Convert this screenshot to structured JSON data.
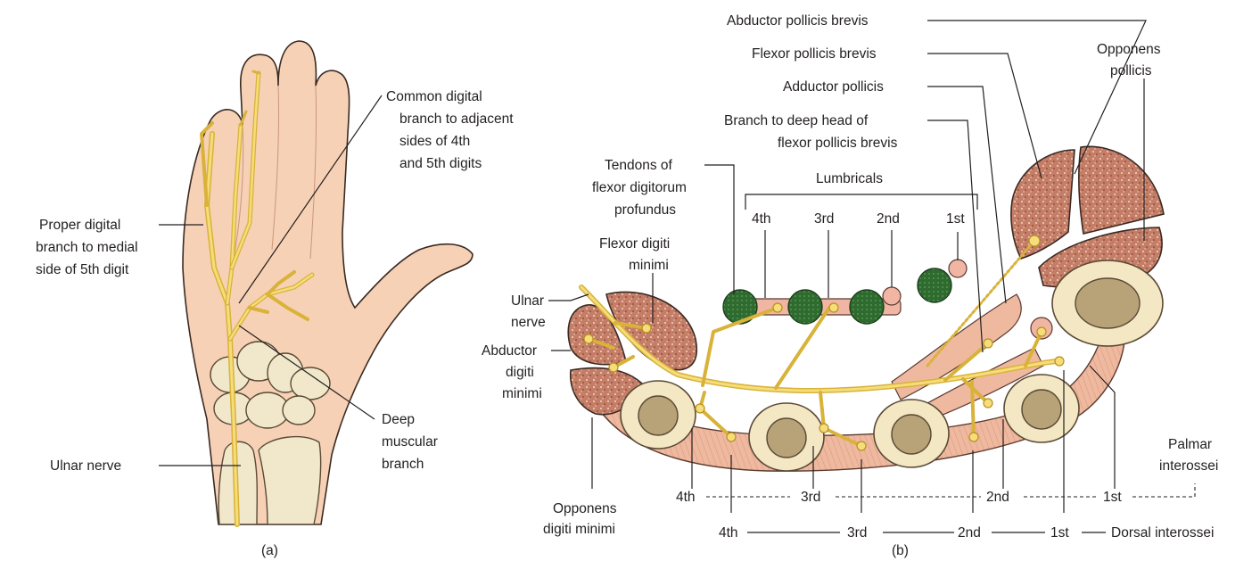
{
  "panel_a": {
    "caption": "(a)",
    "labels": {
      "common_digital_1": "Common digital",
      "common_digital_2": "branch to adjacent",
      "common_digital_3": "sides of 4th",
      "common_digital_4": "and 5th digits",
      "proper_digital_1": "Proper digital",
      "proper_digital_2": "branch to medial",
      "proper_digital_3": "side of 5th digit",
      "deep_muscular_1": "Deep",
      "deep_muscular_2": "muscular",
      "deep_muscular_3": "branch",
      "ulnar_nerve": "Ulnar nerve"
    }
  },
  "panel_b": {
    "caption": "(b)",
    "labels": {
      "abductor_pollicis_brevis": "Abductor pollicis brevis",
      "flexor_pollicis_brevis": "Flexor pollicis brevis",
      "adductor_pollicis": "Adductor pollicis",
      "branch_deep_head_1": "Branch to deep head of",
      "branch_deep_head_2": "flexor pollicis brevis",
      "opponens_pollicis_1": "Opponens",
      "opponens_pollicis_2": "pollicis",
      "tendons_fdp_1": "Tendons of",
      "tendons_fdp_2": "flexor digitorum",
      "tendons_fdp_3": "profundus",
      "lumbricals": "Lumbricals",
      "lumb_4th": "4th",
      "lumb_3rd": "3rd",
      "lumb_2nd": "2nd",
      "lumb_1st": "1st",
      "flexor_digiti_minimi_1": "Flexor digiti",
      "flexor_digiti_minimi_2": "minimi",
      "ulnar_nerve_1": "Ulnar",
      "ulnar_nerve_2": "nerve",
      "abductor_digiti_1": "Abductor",
      "abductor_digiti_2": "digiti",
      "abductor_digiti_3": "minimi",
      "opponens_digiti_1": "Opponens",
      "opponens_digiti_2": "digiti minimi",
      "palmar_4th": "4th",
      "palmar_3rd": "3rd",
      "palmar_2nd": "2nd",
      "palmar_1st": "1st",
      "palmar_interossei_1": "Palmar",
      "palmar_interossei_2": "interossei",
      "dorsal_4th": "4th",
      "dorsal_3rd": "3rd",
      "dorsal_2nd": "2nd",
      "dorsal_1st": "1st",
      "dorsal_interossei": "Dorsal interossei"
    }
  },
  "colors": {
    "skin": "#f6d1b5",
    "nerve": "#d9b23a",
    "muscle": "#c9826b",
    "tendon": "#2f6a2f",
    "bone": "#f3e7c4"
  }
}
